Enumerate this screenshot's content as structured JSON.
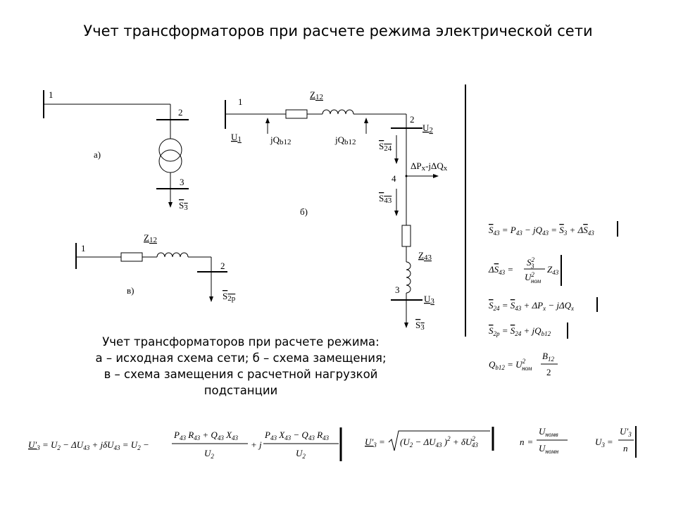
{
  "title": "Учет трансформаторов при расчете режима электрической сети",
  "caption": [
    "Учет трансформаторов при расчете режима:",
    "а – исходная схема сети; б – схема замещения;",
    "в – схема замещения с расчетной нагрузкой",
    "подстанции"
  ],
  "diagram_a": {
    "node1": "1",
    "node2": "2",
    "node3": "3",
    "load": "S",
    "load_sub": "3",
    "letter": "а)"
  },
  "diagram_b": {
    "node1": "1",
    "node2": "2",
    "node3": "3",
    "node4": "4",
    "z12": "Z",
    "z12_sub": "12",
    "u1": "U",
    "u1_sub": "1",
    "jq_left": "jQ",
    "jq_left_sub": "b12",
    "jq_right": "jQ",
    "jq_right_sub": "b12",
    "u2": "U",
    "u2_sub": "2",
    "s24": "S",
    "s24_sub": "24",
    "loss": "ΔP",
    "loss_mid": "-jΔQ",
    "loss_sub": "x",
    "s43": "S",
    "s43_sub": "43",
    "z43": "Z",
    "z43_sub": "43",
    "u3": "U",
    "u3_sub": "3",
    "s3": "S",
    "s3_sub": "3",
    "letter": "б)"
  },
  "diagram_v": {
    "node1": "1",
    "node2": "2",
    "z12": "Z",
    "z12_sub": "12",
    "s2p": "S",
    "s2p_sub": "2р",
    "letter": "в)"
  },
  "formulas": {
    "f1": {
      "S": "S",
      "s43": "43",
      "eq": "=",
      "P": "P",
      "minus": "− j",
      "Q": "Q",
      "S3": "S",
      "s3": "3",
      "plus": "+ Δ",
      "S43": "S",
      "s43b": "43"
    },
    "f2": {
      "d": "Δ",
      "S": "S",
      "sub": "43",
      "eq": "=",
      "num": "S",
      "num_sup": "2",
      "num_sub": "3",
      "den": "U",
      "den_sup": "2",
      "den_sub": "ном",
      "Z": "Z",
      "zsub": "43"
    },
    "f3": {
      "S": "S",
      "sub": "24",
      "eq": "=",
      "S2": "S",
      "sub2": "43",
      "plus": "+ ΔP",
      "xs": "x",
      "minus": "− jΔQ",
      "xs2": "x"
    },
    "f4": {
      "S": "S",
      "sub": "2р",
      "eq": "=",
      "S2": "S",
      "sub2": "24",
      "plus": "+ jQ",
      "bs": "b12"
    },
    "f5": {
      "Q": "Q",
      "sub": "b12",
      "eq": "= U",
      "sup": "2",
      "usub": "ном",
      "B": "B",
      "bsub": "12",
      "two": "2"
    },
    "f6": {
      "lhs": "U′",
      "lsub": "3",
      "t1": "= U",
      "s1": "2",
      "t2": "− ΔU",
      "s2": "43",
      "t3": "+ jδU",
      "s3": "43",
      "t4": "= U",
      "s4": "2",
      "t5": "−",
      "n1": "P",
      "n1s": "43",
      "n2": "R",
      "n2s": "43",
      "n3": "+ Q",
      "n3s": "43",
      "n4": "X",
      "n4s": "43",
      "d1": "U",
      "d1s": "2",
      "plusj": "+ j",
      "m1": "P",
      "m1s": "43",
      "m2": "X",
      "m2s": "43",
      "m3": "− Q",
      "m3s": "43",
      "m4": "R",
      "m4s": "43",
      "e1": "U",
      "e1s": "2"
    },
    "f7": {
      "lhs": "U′",
      "lsub": "3",
      "eq": "=",
      "a": "(U",
      "as": "2",
      "b": "− ΔU",
      "bs": "43",
      "c": ")",
      "csup": "2",
      "d": "+ δU",
      "dsup": "2",
      "ds": "43"
    },
    "f8": {
      "n": "n",
      "eq": "=",
      "num": "U",
      "nsub": "номв",
      "den": "U",
      "dsub": "номн"
    },
    "f9": {
      "U": "U",
      "sub": "3",
      "eq": "=",
      "num": "U′",
      "nsub": "3",
      "den": "n"
    }
  }
}
